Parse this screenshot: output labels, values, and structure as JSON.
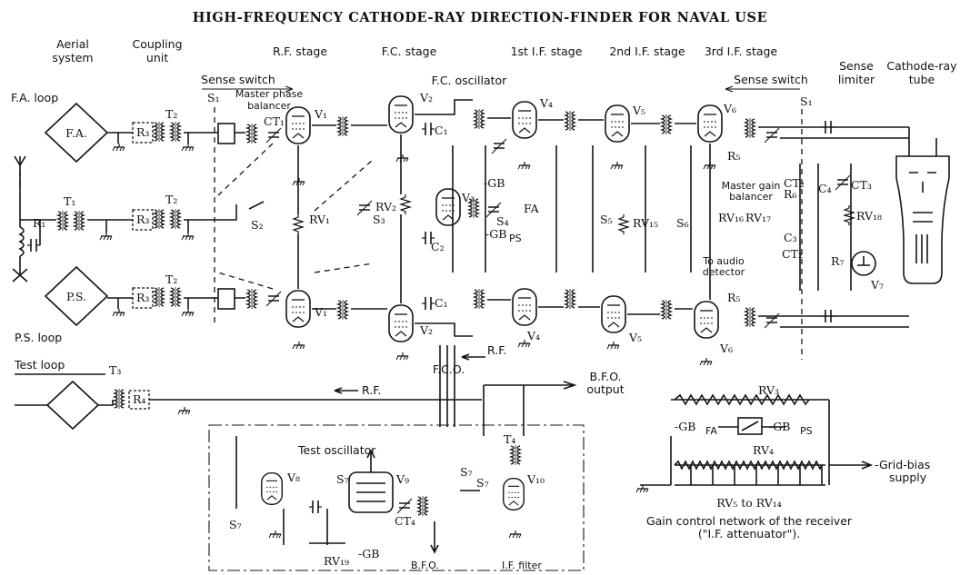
{
  "title": "HIGH-FREQUENCY CATHODE-RAY DIRECTION-FINDER FOR NAVAL USE",
  "stage_labels": {
    "aerial_system_line1": "Aerial",
    "aerial_system_line2": "system",
    "coupling_unit_line1": "Coupling",
    "coupling_unit_line2": "unit",
    "rf_stage": "R.F. stage",
    "fc_stage": "F.C. stage",
    "first_if": "1st I.F. stage",
    "second_if": "2nd I.F. stage",
    "third_if": "3rd I.F. stage",
    "fc_oscillator": "F.C. oscillator",
    "sense_switch_left": "Sense switch",
    "sense_switch_right": "Sense switch",
    "sense_limiter_line1": "Sense",
    "sense_limiter_line2": "limiter",
    "crt_line1": "Cathode-ray",
    "crt_line2": "tube",
    "master_phase_line1": "Master phase",
    "master_phase_line2": "balancer",
    "master_gain_line1": "Master gain",
    "master_gain_line2": "balancer",
    "to_audio_line1": "To audio",
    "to_audio_line2": "detector"
  },
  "aerials": {
    "fa_box": "F.A.",
    "fa_loop": "F.A. loop",
    "ps_box": "P.S.",
    "ps_loop": "P.S. loop",
    "test_loop": "Test loop"
  },
  "components": {
    "T1": "T₁",
    "T2a": "T₂",
    "T2b": "T₂",
    "T2c": "T₂",
    "T3": "T₃",
    "T4": "T₄",
    "R1": "R₁",
    "R3a": "R₃",
    "R3b": "R₃",
    "R3c": "R₃",
    "R4": "R₄",
    "R5a": "R₅",
    "R5b": "R₅",
    "R6": "R₆",
    "R7": "R₇",
    "S1a": "S₁",
    "S1b": "S₁",
    "S2": "S₂",
    "S3": "S₃",
    "S4": "S₄",
    "S5": "S₅",
    "S6": "S₆",
    "S7a": "S₇",
    "S7b": "S₇",
    "S7c": "S₇",
    "S7d": "S₇",
    "CT1": "CT₁",
    "CT2a": "CT₂",
    "CT2b": "CT₂",
    "CT3": "CT₃",
    "CT4": "CT₄",
    "C1a": "C₁",
    "C1b": "C₁",
    "C2": "C₂",
    "C3": "C₃",
    "C4": "C₄",
    "RV1": "RV₁",
    "RV2": "RV₂",
    "RV15": "RV₁₅",
    "RV16": "RV₁₆",
    "RV17": "RV₁₇",
    "RV18": "RV₁₈",
    "RV19": "RV₁₉",
    "V1a": "V₁",
    "V1b": "V₁",
    "V2a": "V₂",
    "V2b": "V₂",
    "V3": "V₃",
    "V4a": "V₄",
    "V4b": "V₄",
    "V5a": "V₅",
    "V5b": "V₅",
    "V6a": "V₆",
    "V6b": "V₆",
    "V7": "V₇",
    "V8": "V₈",
    "V9": "V₉",
    "V10": "V₁₀",
    "GB": "-GB",
    "GB_PS": "-GB",
    "GB_PS_sub": "PS",
    "FA_mark": "FA",
    "GB_test": "-GB"
  },
  "signals": {
    "rf_1": "R.F.",
    "rf_2": "R.F.",
    "fco": "F.C.O.",
    "bfo_output_line1": "B.F.O.",
    "bfo_output_line2": "output",
    "bfo": "B.F.O.",
    "test_oscillator": "Test oscillator",
    "if_filter": "I.F. filter"
  },
  "gain_network": {
    "rv3": "RV₃",
    "rv4": "RV₄",
    "gb_fa": "-GB",
    "gb_fa_sub": "FA",
    "gb_ps": "-GB",
    "gb_ps_sub": "PS",
    "grid_bias_line1": "-Grid-bias",
    "grid_bias_line2": "supply",
    "rv_range": "RV₅ to RV₁₄",
    "caption_line1": "Gain control network of the receiver",
    "caption_line2": "(\"I.F. attenuator\")."
  }
}
